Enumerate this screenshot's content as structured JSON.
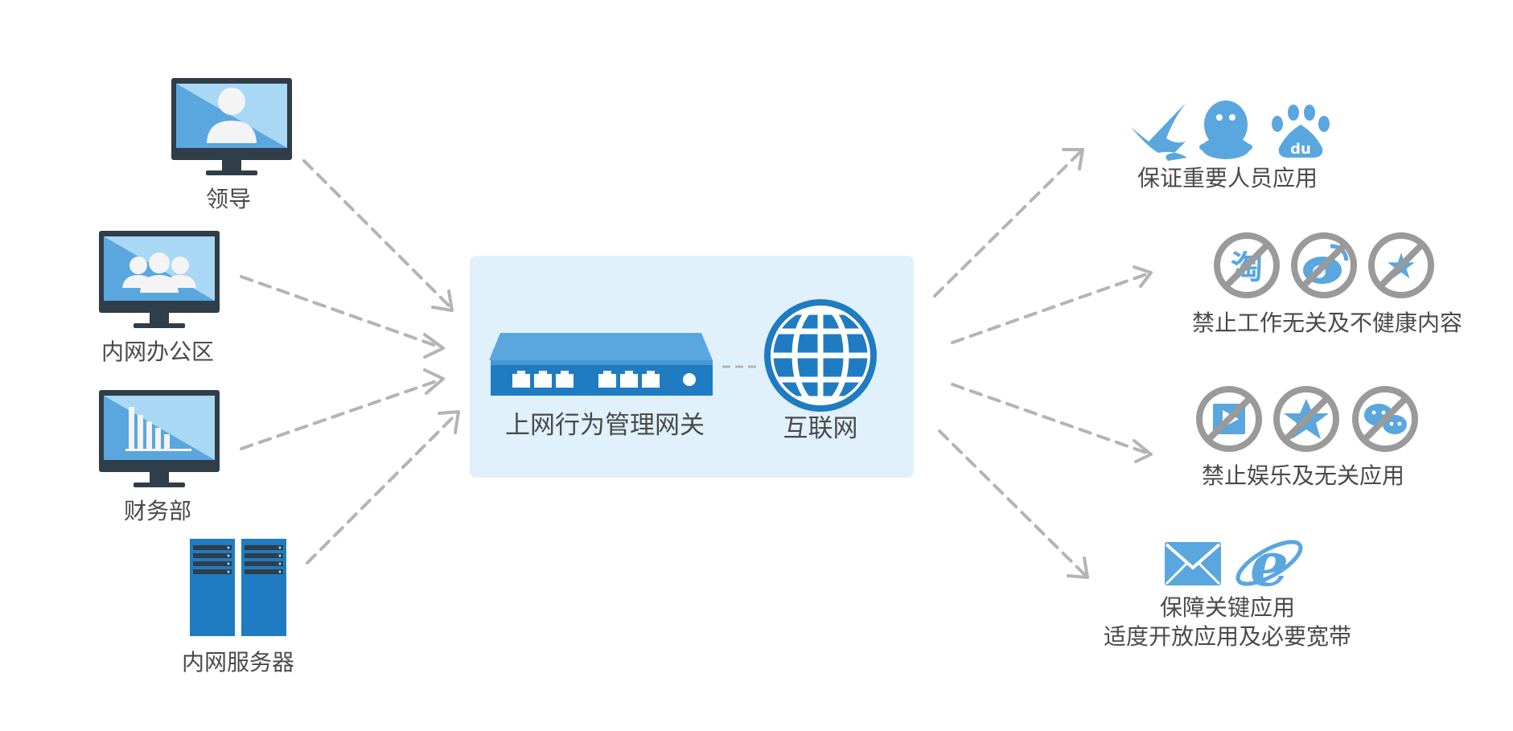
{
  "colors": {
    "accent_blue": "#1f7cc2",
    "light_blue": "#5aa6df",
    "screen_light": "#a8d8f4",
    "monitor_frame": "#2f3e48",
    "panel_bg": "#e0f1fb",
    "arrow_gray": "#b4b4b4",
    "forbid_gray": "#9a9a9a",
    "text": "#4a4a4a"
  },
  "sources": [
    {
      "id": "leader",
      "label": "领导",
      "icon": "single-user-monitor-icon"
    },
    {
      "id": "office",
      "label": "内网办公区",
      "icon": "group-users-monitor-icon"
    },
    {
      "id": "finance",
      "label": "财务部",
      "icon": "bar-chart-monitor-icon"
    },
    {
      "id": "servers",
      "label": "内网服务器",
      "icon": "server-rack-icon"
    }
  ],
  "gateway": {
    "device_label": "上网行为管理网关",
    "internet_label": "互联网",
    "device_icon": "network-switch-icon",
    "internet_icon": "globe-icon"
  },
  "policies": [
    {
      "id": "priority",
      "label": "保证重要人员应用",
      "icons": [
        "bird-icon",
        "qq-penguin-icon",
        "baidu-paw-icon"
      ],
      "forbidden": false,
      "icon_glyphs": [
        "",
        "",
        "du"
      ]
    },
    {
      "id": "block-unhealthy",
      "label": "禁止工作无关及不健康内容",
      "icons": [
        "taobao-icon",
        "weibo-icon",
        "star-icon"
      ],
      "forbidden": true,
      "icon_glyphs": [
        "淘",
        "",
        "★"
      ]
    },
    {
      "id": "block-entertainment",
      "label": "禁止娱乐及无关应用",
      "icons": [
        "video-player-icon",
        "fetion-icon",
        "wechat-icon"
      ],
      "forbidden": true,
      "icon_glyphs": [
        "",
        "",
        ""
      ]
    },
    {
      "id": "key-apps",
      "label_line1": "保障关键应用",
      "label_line2": "适度开放应用及必要宽带",
      "icons": [
        "mail-icon",
        "ie-browser-icon"
      ],
      "forbidden": false,
      "icon_glyphs": [
        "",
        "e"
      ]
    }
  ]
}
